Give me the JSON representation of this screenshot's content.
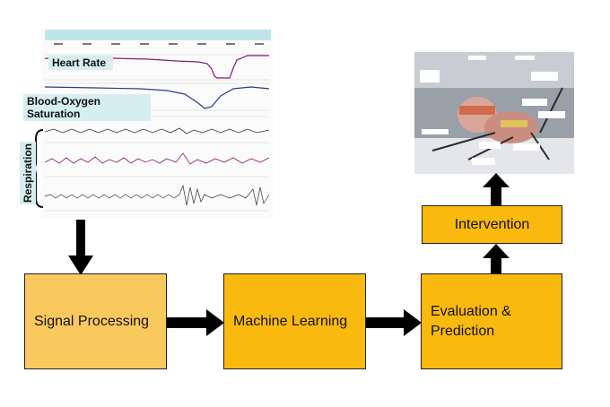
{
  "nodes": {
    "signal_processing": "Signal Processing",
    "machine_learning": "Machine Learning",
    "evaluation_line1": "Evaluation &",
    "evaluation_line2": "Prediction",
    "intervention": "Intervention"
  },
  "signals": {
    "heart_rate": "Heart Rate",
    "blood_oxygen": "Blood-Oxygen Saturation",
    "respiration": "Respiration"
  },
  "colors": {
    "light_box": "#fac95e",
    "dark_box": "#f9b90e",
    "arrow": "#000000",
    "label_bg": "#d6eef0"
  }
}
